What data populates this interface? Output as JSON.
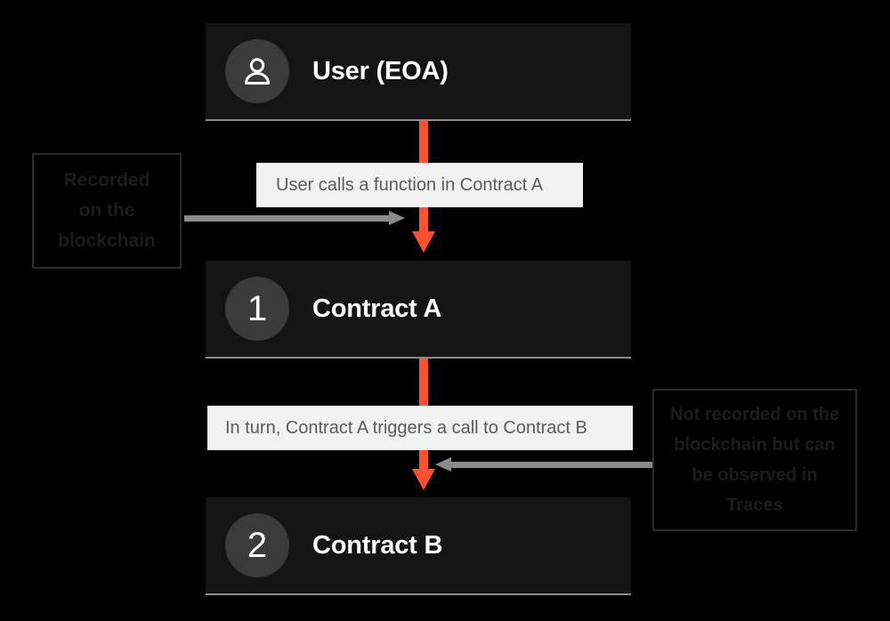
{
  "diagram": {
    "title": "Contract call flow",
    "background_color": "#000000",
    "accent_color": "#fb5130",
    "card_color": "#141414",
    "label_color": "#f1f1f1"
  },
  "nodes": [
    {
      "id": "user",
      "icon": "person-icon",
      "badge": "",
      "title": "User (EOA)"
    },
    {
      "id": "contract-a",
      "icon": "",
      "badge": "1",
      "title": "Contract A"
    },
    {
      "id": "contract-b",
      "icon": "",
      "badge": "2",
      "title": "Contract B"
    }
  ],
  "step_labels": [
    {
      "id": "step-1",
      "text": "User calls a function in Contract A"
    },
    {
      "id": "step-2",
      "text": "In turn, Contract A triggers a call to Contract B"
    }
  ],
  "annotations": [
    {
      "id": "annotation-left",
      "lines": [
        "Recorded",
        "on the",
        "blockchain"
      ],
      "arrow_direction": "right"
    },
    {
      "id": "annotation-right",
      "lines": [
        "Not recorded on the",
        "blockchain but can",
        "be observed in",
        "Traces"
      ],
      "arrow_direction": "left"
    }
  ]
}
